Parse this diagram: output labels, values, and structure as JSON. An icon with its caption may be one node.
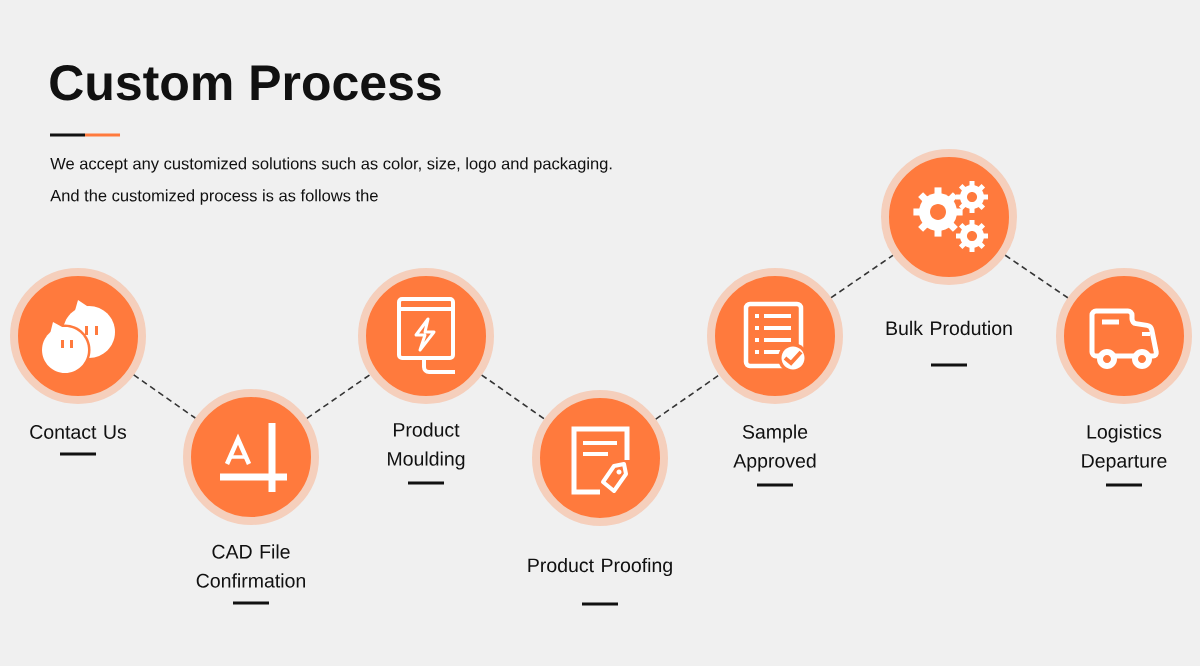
{
  "diagram": {
    "title": "Custom Process",
    "nodes": [
      {
        "text": [],
        "shape": "circle",
        "beside": [
          "Contact Us"
        ]
      },
      {
        "text": [],
        "shape": "circle",
        "beside": [
          "CAD File Confirmation"
        ]
      },
      {
        "text": [],
        "shape": "circle",
        "beside": [
          "Product Moulding"
        ]
      },
      {
        "text": [],
        "shape": "circle",
        "beside": [
          "Product Proofing"
        ]
      },
      {
        "text": [],
        "shape": "circle",
        "beside": [
          "Sample Approved"
        ]
      },
      {
        "text": [],
        "shape": "circle",
        "beside": [
          "Bulk Prodution"
        ]
      },
      {
        "text": [],
        "shape": "circle",
        "beside": [
          "Logistics Departure"
        ]
      }
    ],
    "edges": [
      {
        "from": 0,
        "to": 1,
        "arrow": "none",
        "style": "dashed"
      },
      {
        "from": 1,
        "to": 2,
        "arrow": "none",
        "style": "dashed"
      },
      {
        "from": 2,
        "to": 3,
        "arrow": "none",
        "style": "dashed"
      },
      {
        "from": 3,
        "to": 4,
        "arrow": "none",
        "style": "dashed"
      },
      {
        "from": 4,
        "to": 5,
        "arrow": "none",
        "style": "dashed"
      },
      {
        "from": 5,
        "to": 6,
        "arrow": "none",
        "style": "dashed"
      }
    ],
    "labels": [
      "We accept any customized solutions such as color, size, logo and packaging.",
      "And the customized process is as follows the"
    ]
  }
}
